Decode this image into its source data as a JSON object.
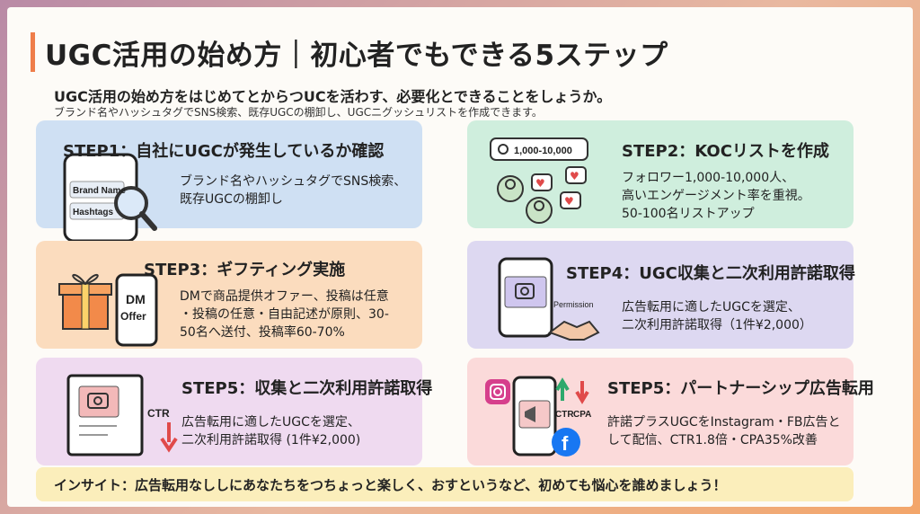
{
  "header": {
    "title": "UGC活用の始め方｜初心者でもできる5ステップ",
    "lead": "UGC活用の始め方をはじめてとからつUCを活わす、必要化とできることをしょうか。",
    "sub": "ブランド名やハッシュタグでSNS検索、既存UGCの棚卸し、UGCニグッシュリストを作成できます。"
  },
  "steps": [
    {
      "title": "STEP1：自社にUGCが発生しているか確認",
      "lines": [
        "ブランド名やハッシュタグでSNS検索、",
        "既存UGCの棚卸し"
      ],
      "illus_labels": [
        "Brand Name",
        "Hashtags"
      ],
      "icon": "phone-magnifier-icon"
    },
    {
      "title": "STEP2：KOCリストを作成",
      "lines": [
        "フォロワー1,000-10,000人、",
        "高いエンゲージメント率を重視。",
        "50-100名リストアップ"
      ],
      "illus_labels": [
        "1,000-10,000"
      ],
      "icon": "influencer-network-icon"
    },
    {
      "title": "STEP3：ギフティング実施",
      "lines": [
        "DMで商品提供オファー、投稿は任意",
        "・投稿の任意・自由記述が原則、30-",
        "50名へ送付、投稿率60-70%"
      ],
      "illus_labels": [
        "DM",
        "Offer"
      ],
      "icon": "gift-phone-icon"
    },
    {
      "title": "STEP4：UGC収集と二次利用許諾取得",
      "lines": [
        "広告転用に適したUGCを選定、",
        "二次利用許諾取得（1件¥2,000）"
      ],
      "illus_labels": [
        "Permission"
      ],
      "icon": "handshake-phone-icon"
    },
    {
      "title": "STEP5：収集と二次利用許諾取得",
      "lines": [
        "広告転用に適したUGCを選定、",
        "二次利用許諾取得 (1件¥2,000)"
      ],
      "illus_labels": [
        "CTR"
      ],
      "icon": "ctr-down-icon"
    },
    {
      "title": "STEP5：パートナーシップ広告転用",
      "lines": [
        "許諾プラスUGCをInstagram・FB広告と",
        "して配信、CTR1.8倍・CPA35%改善"
      ],
      "illus_labels": [
        "CTR",
        "CPA"
      ],
      "icon": "ad-platforms-icon"
    }
  ],
  "insight": "インサイト：広告転用なししにあなたちをつちょっと楽しく、おすというなど、初めても悩心を誰めましょう！",
  "colors": {
    "accent": "#ef7d4a",
    "card_blue": "#cfe0f3",
    "card_green": "#cfeedd",
    "card_orange": "#fbdcbe",
    "card_purple": "#ddd8f1",
    "card_pink": "#efdaf0",
    "card_red": "#fbdada",
    "insight_bg": "#fbeebb"
  }
}
